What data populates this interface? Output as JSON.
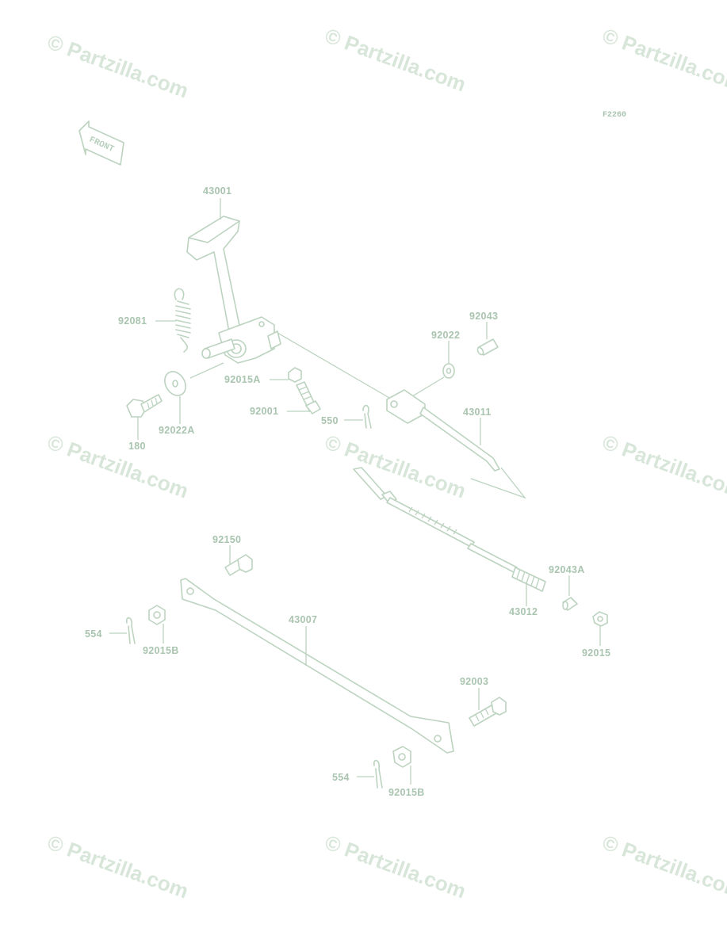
{
  "figure_code": "F2260",
  "front_label": "FRONT",
  "watermark": "© Partzilla.com",
  "colors": {
    "line": "#bcd3c0",
    "text": "#a9c4af",
    "watermark": "#d8e6da"
  },
  "parts": {
    "p43001": "43001",
    "p92081": "92081",
    "p92015A": "92015A",
    "p92001": "92001",
    "p180": "180",
    "p92022A": "92022A",
    "p92043": "92043",
    "p92022": "92022",
    "p550": "550",
    "p43011": "43011",
    "p92150": "92150",
    "p43007": "43007",
    "p92043A": "92043A",
    "p43012": "43012",
    "p554a": "554",
    "p92015B_a": "92015B",
    "p92015": "92015",
    "p92003": "92003",
    "p554b": "554",
    "p92015B_b": "92015B"
  }
}
